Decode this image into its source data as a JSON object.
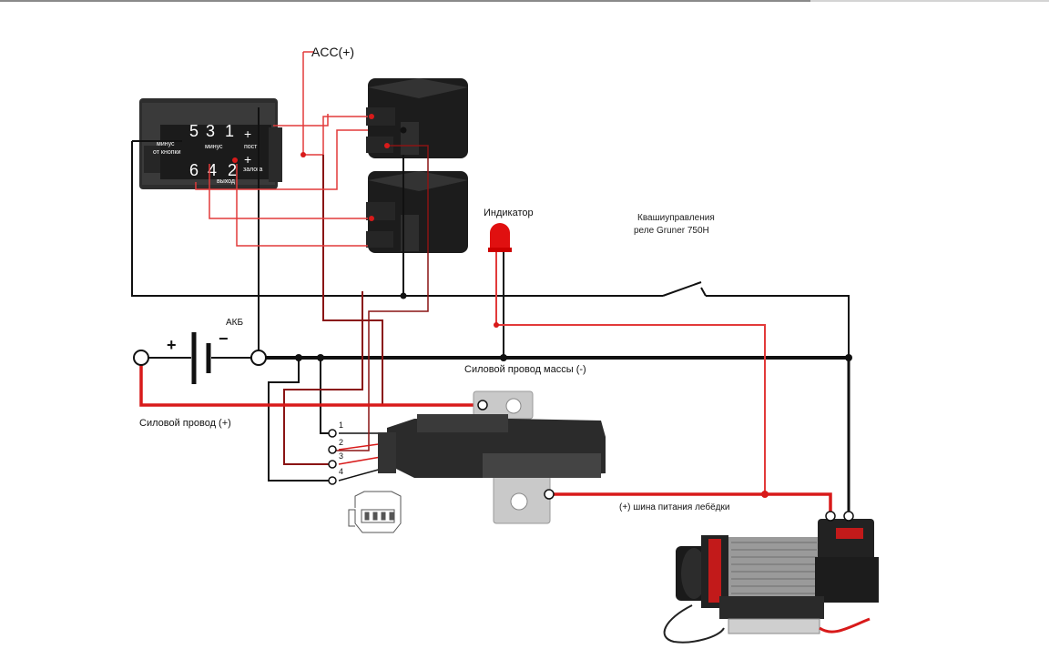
{
  "labels": {
    "acc": "ACC(+)",
    "indicator": "Индикатор",
    "switch": "Квашиуправления\nреле Gruner 750H",
    "battery": "АКБ",
    "plus": "+",
    "minus": "−",
    "ground_wire": "Силовой провод массы (-)",
    "power_wire": "Силовой провод (+)",
    "winch_bus": "(+) шина питания лебёдки"
  },
  "control_block": {
    "top_pins": [
      "5",
      "3",
      "1",
      "+"
    ],
    "top_sub": [
      "минус",
      "от кнопки",
      "минус",
      "пост"
    ],
    "bottom_pins": [
      "6",
      "4",
      "2",
      "+"
    ],
    "bottom_sub": [
      "залога",
      "выход"
    ]
  },
  "solenoid_terminals": [
    "1",
    "2",
    "3",
    "4"
  ],
  "colors": {
    "black_wire": "#111111",
    "red_wire": "#d81a1a",
    "thin_red": "#e23a3a",
    "dark_red": "#8a1414",
    "relay": "#1c1c1c",
    "led": "#e01010"
  }
}
